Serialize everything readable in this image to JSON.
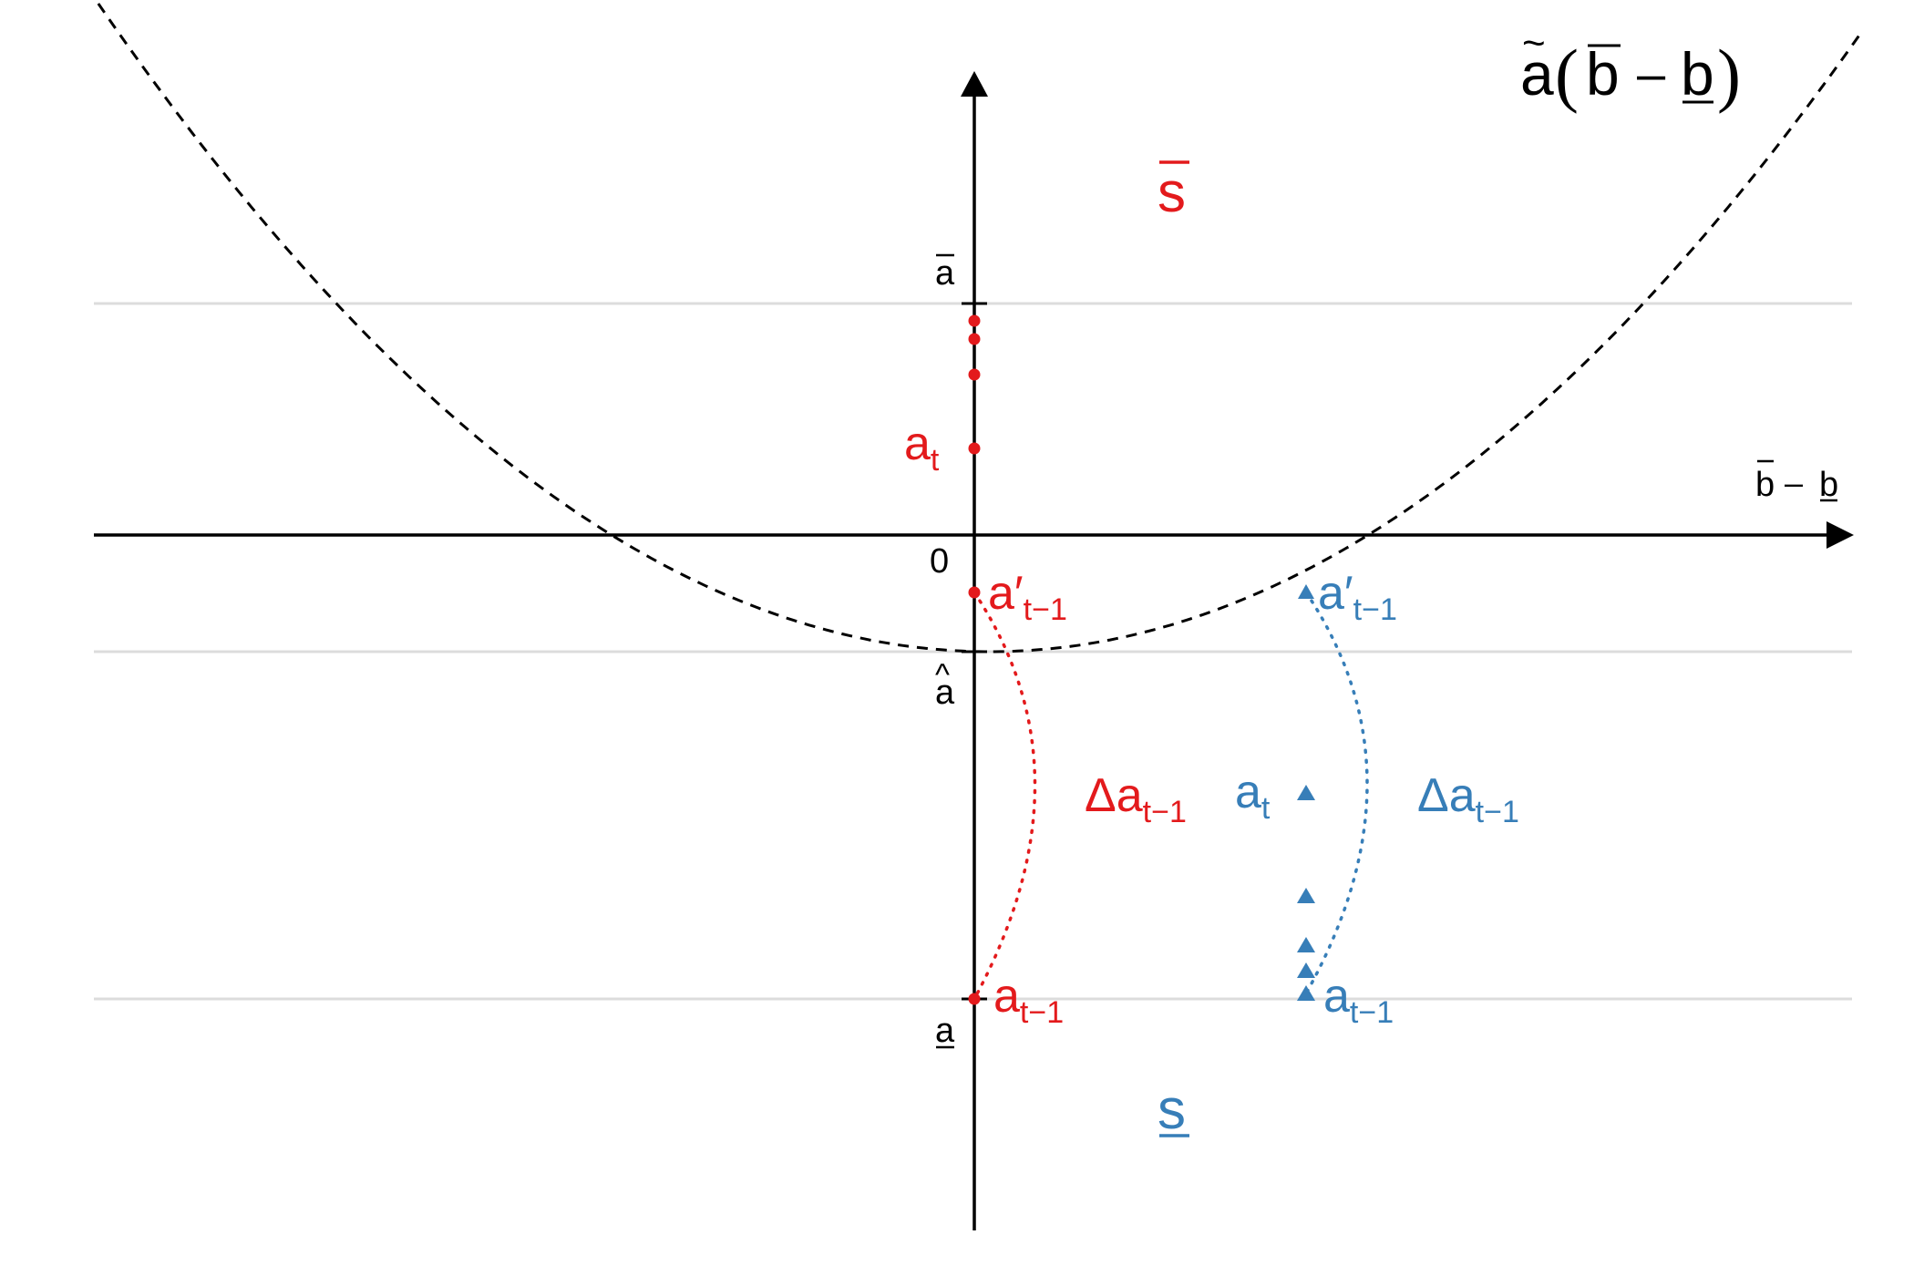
{
  "colors": {
    "red": "#e31a1c",
    "blue": "#377eb8",
    "axis": "#000000",
    "grid": "#d9d9d9",
    "curve": "#000000"
  },
  "curve_label": {
    "a": "a",
    "tilde": "~",
    "open": "(",
    "b": "b",
    "minus": "–",
    "b2": "b",
    "close": ")"
  },
  "axes": {
    "x_label": {
      "b": "b",
      "minus": "–",
      "b2": "b"
    },
    "origin_label": "0",
    "upper_bound": "a",
    "lower_bound": "a",
    "min_label": "a",
    "hat": "^"
  },
  "regions": {
    "upper": "s",
    "lower": "s"
  },
  "red_series": {
    "point_labels": {
      "a_t": {
        "base": "a",
        "sub": "t"
      },
      "a_prime": {
        "base": "a′",
        "sub": "t−1"
      },
      "a_prev": {
        "base": "a",
        "sub": "t−1"
      },
      "delta": {
        "base": "Δa",
        "sub": "t−1"
      }
    }
  },
  "blue_series": {
    "point_labels": {
      "a_t": {
        "base": "a",
        "sub": "t"
      },
      "a_prime": {
        "base": "a′",
        "sub": "t−1"
      },
      "a_prev": {
        "base": "a",
        "sub": "t−1"
      },
      "delta": {
        "base": "Δa",
        "sub": "t−1"
      }
    }
  }
}
